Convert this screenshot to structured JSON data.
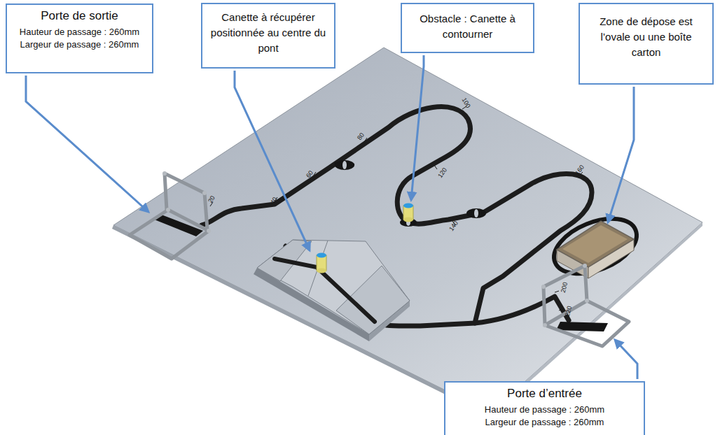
{
  "diagram": {
    "nodes": [
      {
        "text": [
          "Porte de sortie",
          "Hauteur de passage : 260mm Largeur de passage : 260mm"
        ]
      },
      {
        "text": [
          "Canette à récupérer positionnée au centre du pont"
        ]
      },
      {
        "text": [
          "Obstacle : Canette à contourner"
        ]
      },
      {
        "text": [
          "Zone de dépose est l’ovale ou une boîte carton"
        ]
      },
      {
        "text": [
          "Porte d’entrée",
          "Hauteur de passage : 260mm Largeur de passage : 260mm"
        ]
      }
    ],
    "labels": [
      "20",
      "40",
      "60",
      "80",
      "100",
      "120",
      "140",
      "160",
      "200",
      "220"
    ]
  }
}
